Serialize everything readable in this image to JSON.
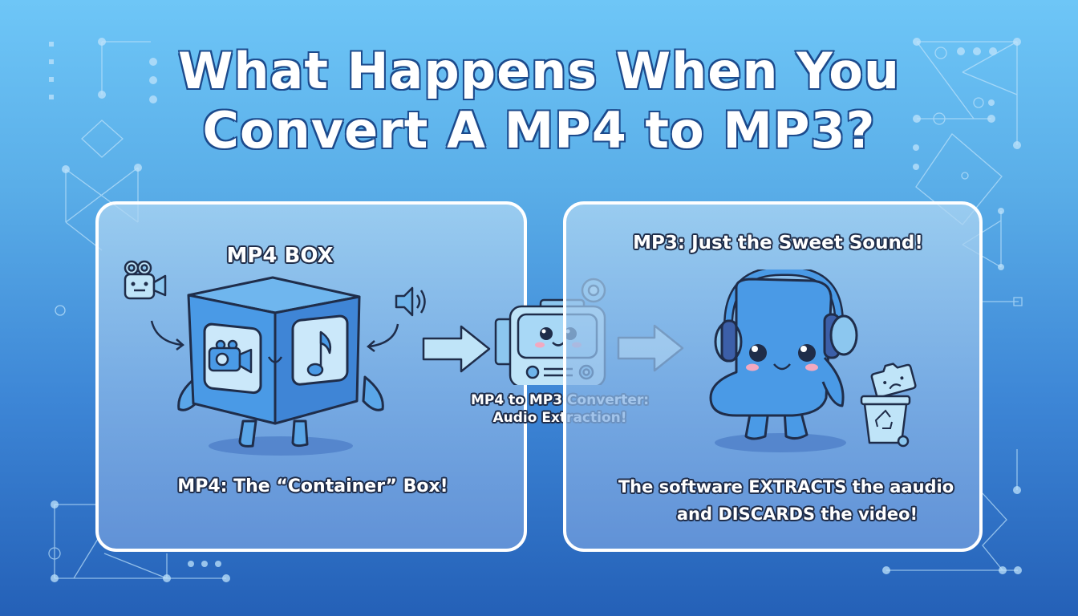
{
  "title": {
    "line1": "What Happens When You",
    "line2": "Convert A MP4 to MP3?"
  },
  "left_panel": {
    "heading": "MP4 BOX",
    "caption": "MP4: The “Container” Box!",
    "icons": [
      "video-camera-character-icon",
      "speaker-icon",
      "camera-icon",
      "music-note-icon"
    ]
  },
  "converter": {
    "label_line1": "MP4 to MP3 Converter:",
    "label_line2": "Audio Extraction!",
    "icons": [
      "converter-machine-icon",
      "gear-icon",
      "arrow-right-icon"
    ]
  },
  "right_panel": {
    "heading": "MP3: Just the Sweet Sound!",
    "caption_line1": "The software EXTRACTS the aaudio",
    "caption_line2": "and DISCARDS the video!",
    "icons": [
      "headphones-character-icon",
      "recycle-bin-icon",
      "sad-camera-icon"
    ]
  },
  "colors": {
    "bg_top": "#6ec6f7",
    "bg_bottom": "#2460b7",
    "character_blue": "#3f8fe0",
    "outline_dark": "#1f2d4a",
    "panel_border": "#ffffff",
    "arrow_fill": "#bfe4f8"
  }
}
